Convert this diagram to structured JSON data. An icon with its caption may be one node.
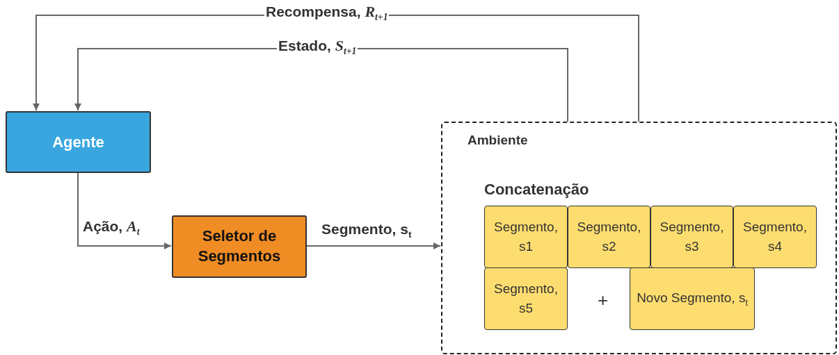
{
  "diagram": {
    "nodes": [
      {
        "text": [
          "Agente"
        ]
      },
      {
        "text": [
          "Seletor de Segmentos"
        ]
      },
      {
        "text": [
          "Ambiente"
        ]
      },
      {
        "text": [
          "Segmento, s1"
        ],
        "in": 2
      },
      {
        "text": [
          "Segmento, s2"
        ],
        "in": 2
      },
      {
        "text": [
          "Segmento, s3"
        ],
        "in": 2
      },
      {
        "text": [
          "Segmento, s4"
        ],
        "in": 2
      },
      {
        "text": [
          "Segmento, s5"
        ],
        "in": 2
      },
      {
        "text": [
          "Novo Segmento, s$_{t}$"
        ],
        "in": 2
      }
    ],
    "edges": [
      {
        "from": 2,
        "to": 0,
        "arrow": "to",
        "label": "Recompensa, *R*$_{t+1}$"
      },
      {
        "from": 2,
        "to": 0,
        "arrow": "to",
        "label": "Estado, *S*$_{t+1}$"
      },
      {
        "from": 0,
        "to": 1,
        "arrow": "to",
        "label": "Ação, *A*$_{t}$"
      },
      {
        "from": 1,
        "to": 2,
        "arrow": "to",
        "label": "Segmento, s$_{t}$"
      }
    ],
    "labels": [
      "Concatenação",
      "+"
    ]
  }
}
